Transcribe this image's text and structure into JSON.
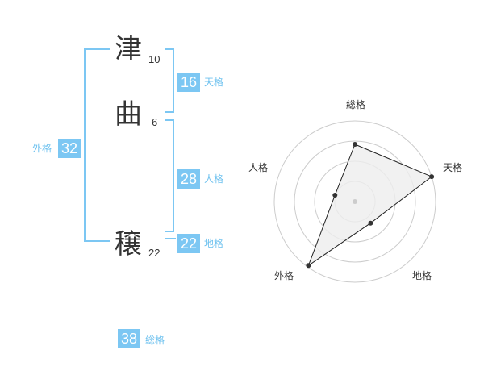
{
  "characters": [
    {
      "char": "津",
      "strokes": "10"
    },
    {
      "char": "曲",
      "strokes": "6"
    },
    {
      "char": "穣",
      "strokes": "22"
    }
  ],
  "scores": {
    "tenkaku": {
      "label": "天格",
      "value": "16"
    },
    "jinkaku": {
      "label": "人格",
      "value": "28"
    },
    "chikaku": {
      "label": "地格",
      "value": "22"
    },
    "gaikaku": {
      "label": "外格",
      "value": "32"
    },
    "soukaku": {
      "label": "総格",
      "value": "38"
    }
  },
  "radar": {
    "axes": [
      "総格",
      "天格",
      "地格",
      "外格",
      "人格"
    ],
    "levels": 4,
    "values": [
      0.71,
      1.0,
      0.33,
      0.98,
      0.26
    ],
    "colors": {
      "grid": "#cccccc",
      "fill": "#eeeeee",
      "line": "#222222",
      "dot": "#333333",
      "center": "#cccccc"
    }
  },
  "colors": {
    "accent": "#7cc7f3",
    "accent_text": "#6fc2ef",
    "text": "#333333"
  }
}
